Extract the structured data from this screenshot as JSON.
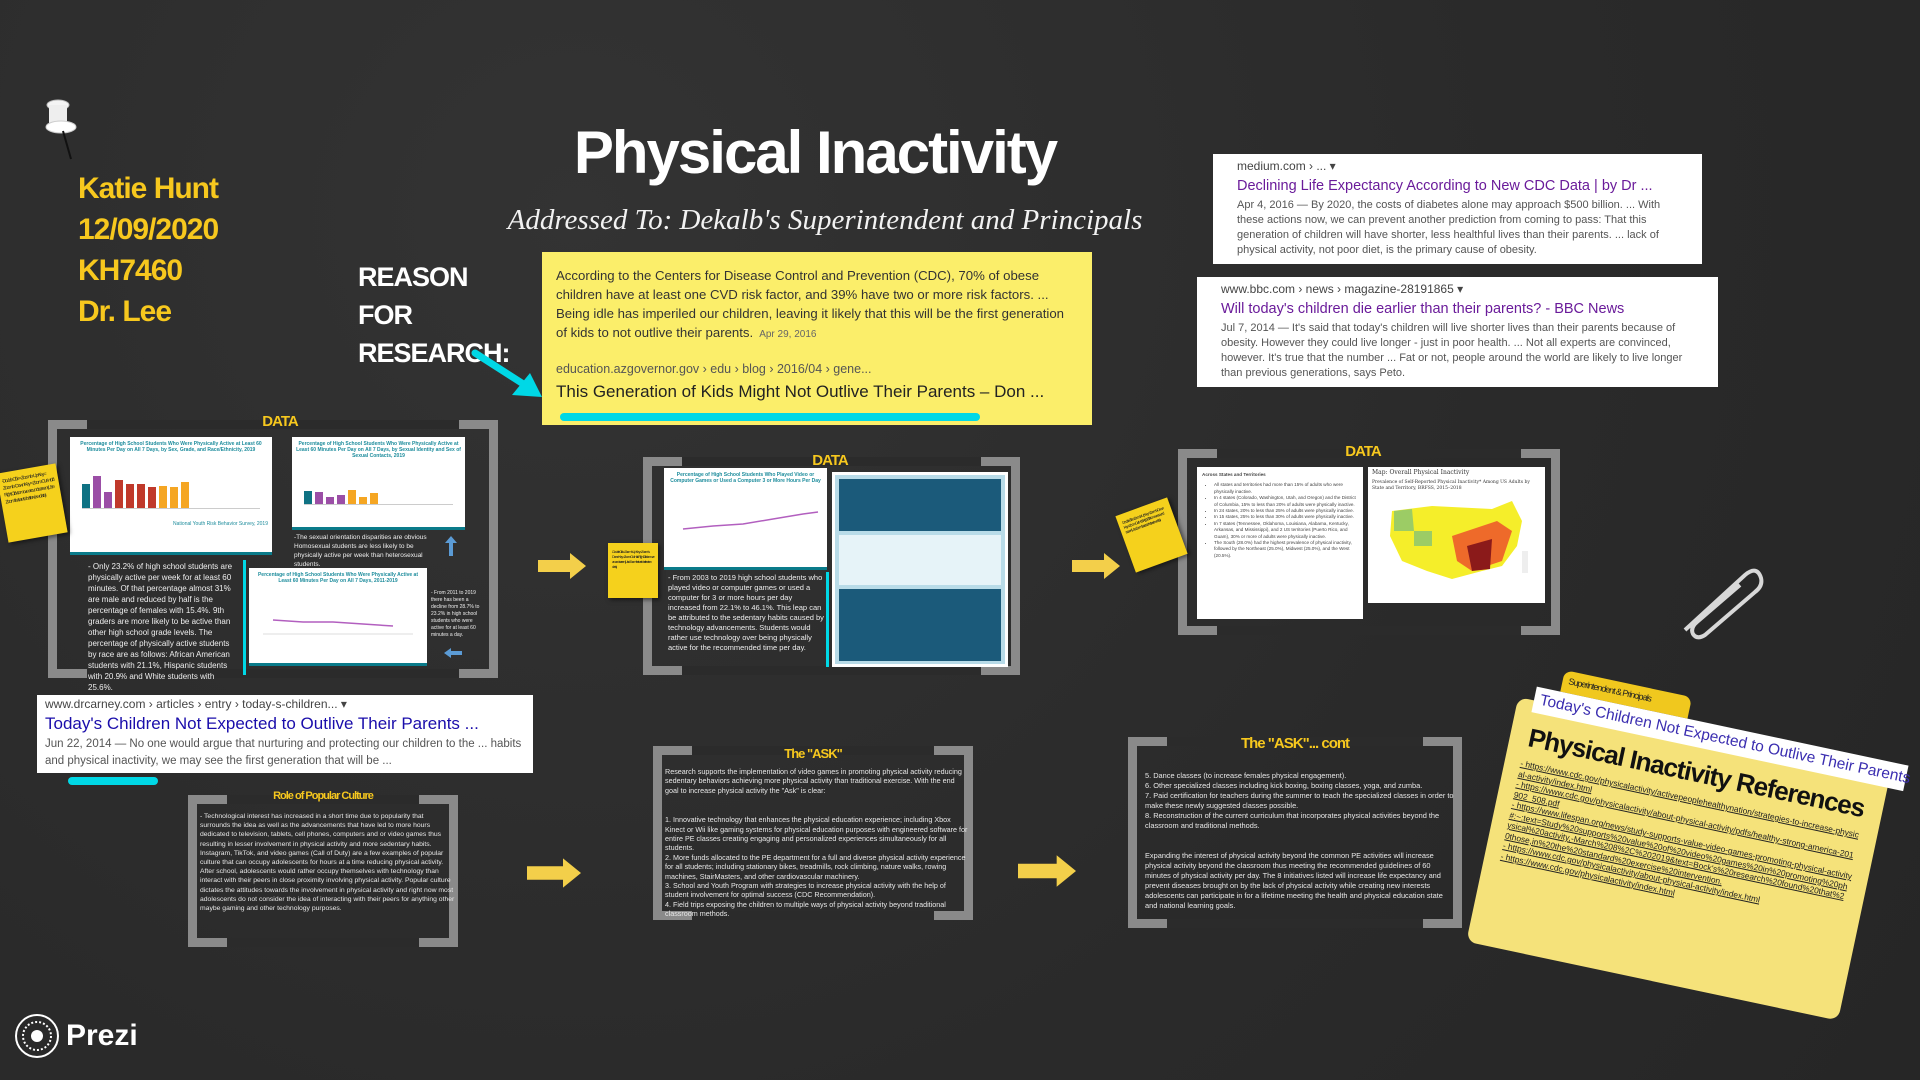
{
  "author": {
    "lines": [
      "Katie Hunt",
      "12/09/2020",
      "KH7460",
      "Dr. Lee"
    ]
  },
  "title": "Physical Inactivity",
  "subtitle": "Addressed To: Dekalb's Superintendent and Principals",
  "reason": [
    "REASON",
    "FOR",
    "RESEARCH:"
  ],
  "featured": {
    "snippet": "According to the Centers for Disease Control and Prevention (CDC), 70% of obese children have at least one CVD risk factor, and 39% have two or more risk factors. ... Being idle has imperiled our children, leaving it likely that this will be the first generation of kids to not outlive their parents.",
    "date": "Apr 29, 2016",
    "url": "education.azgovernor.gov › edu › blog › 2016/04 › gene...",
    "title": "This Generation of Kids Might Not Outlive Their Parents – Don ..."
  },
  "medium": {
    "url": "medium.com › ... ▾",
    "title": "Declining Life Expectancy According to New CDC Data | by Dr ...",
    "snippet": "Apr 4, 2016 — By 2020, the costs of diabetes alone may approach $500 billion. ... With these actions now, we can prevent another prediction from coming to pass: That this generation of children will have shorter, less healthful lives than their parents. ... lack of physical activity, not poor diet, is the primary cause of obesity."
  },
  "bbc": {
    "url": "www.bbc.com › news › magazine-28191865 ▾",
    "title": "Will today's children die earlier than their parents? - BBC News",
    "snippet": "Jul 7, 2014 — It's said that today's children will live shorter lives than their parents because of obesity. However they could live longer - just in poor health. ... Not all experts are convinced, however. It's true that the number ... Fat or not, people around the world are likely to live longer than previous generations, says Peto."
  },
  "drcarney": {
    "url": "www.drcarney.com › articles › entry › today-s-children... ▾",
    "title": "Today's Children Not Expected to Outlive Their Parents ...",
    "snippet": "Jun 22, 2014 — No one would argue that nurturing and protecting our children to the ... habits and physical inactivity, we may see the first generation that will be ..."
  },
  "sticky_note": "-Double Click = Zoom In -Up Key = Zoom In -Down Key = Zoom Out -Hold Right Click to move around screen (Use Zoom feature to better view data)",
  "data1": {
    "heading": "DATA",
    "chart1_title": "Percentage of High School Students Who Were Physically Active at Least 60 Minutes Per Day on All 7 Days, by Sex, Grade, and Race/Ethnicity, 2019",
    "chart2_title": "Percentage of High School Students Who Were Physically Active at Least 60 Minutes Per Day on All 7 Days, by Sexual Identity and Sex of Sexual Contacts, 2019",
    "chart3_title": "Percentage of High School Students Who Were Physically Active at Least 60 Minutes Per Day on All 7 Days, 2011-2019",
    "source": "National Youth Risk Behavior Survey, 2019",
    "orientation_note": "-The sexual orientation disparities are obvious Homosexual students are less likely to be physically active per week than heterosexual students.",
    "main_text": "- Only 23.2% of high school students are physically active per week for at least 60 minutes. Of that percentage almost 31% are male and reduced by half is the percentage of females with 15.4%. 9th graders are more likely to be active than other high school grade levels. The percentage of physically active students by race are as follows: African American students with 21.1%, Hispanic students with 20.9% and White students with 25.6%.",
    "trend_note": "- From 2011 to 2019 there has been a decline from 28.7% to 23.2% in high school students who were active for at least 60 minutes a day."
  },
  "data2": {
    "heading": "DATA",
    "chart_title": "Percentage of High School Students Who Played Video or Computer Games or Used a Computer 3 or More Hours Per Day",
    "text": "- From 2003 to 2019 high school students who played video or computer games or used a computer for 3 or more hours per day increased from 22.1% to 46.1%. This leap can be attributed to the sedentary habits caused by technology advancements. Students would rather use technology over being physically active for the recommended time per day."
  },
  "data3": {
    "heading": "DATA",
    "list_title": "Across States and Territories",
    "bullets": [
      "All states and territories had more than 15% of adults who were physically inactive.",
      "In 4 states (Colorado, Washington, Utah, and Oregon) and the District of Columbia, 15% to less than 20% of adults were physically inactive.",
      "In 24 states, 20% to less than 25% of adults were physically inactive.",
      "In 15 states, 25% to less than 30% of adults were physically inactive.",
      "In 7 states (Tennessee, Oklahoma, Louisiana, Alabama, Kentucky, Arkansas, and Mississippi), and 2 US territories (Puerto Rico, and Guam), 30% or more of adults were physically inactive.",
      "The South (28.0%) had the highest prevalence of physical inactivity, followed by the Northeast (25.0%), Midwest (25.0%), and the West (20.5%)."
    ],
    "map_title": "Map: Overall Physical Inactivity",
    "map_subtitle": "Prevalence of Self-Reported Physical Inactivity* Among US Adults by State and Territory, BRFSS, 2015–2018"
  },
  "popular": {
    "heading": "Role of Popular Culture",
    "text": "- Technological interest has increased in a short time due to popularity that surrounds the idea as well as the advancements that have led to more hours dedicated to television, tablets, cell phones, computers and or video games thus resulting in lesser involvement in physical activity and more sedentary habits. Instagram, TikTok, and video games (Call of Duty) are a few examples of popular culture that can occupy adolescents for hours at a time reducing physical activity. After school, adolescents would rather occupy themselves with technology than interact with their peers in close proximity involving physical activity. Popular culture dictates the attitudes towards the involvement in physical activity and right now most adolescents do not consider the idea of interacting with their peers for anything other maybe gaming and other technology purposes."
  },
  "ask": {
    "heading": "The \"ASK\"",
    "intro": "Research supports the implementation of video games in promoting physical activity reducing sedentary behaviors achieving more physical activity than traditional exercise. With the end goal to increase physical activity the \"Ask\" is clear:",
    "items": [
      "1. Innovative technology that enhances the physical education experience; including Xbox Kinect or Wii like gaming systems for physical education purposes with engineered software for entire PE classes creating engaging and personalized experiences simultaneously for all students.",
      "2. More funds allocated to the PE department for a full and diverse physical activity experience for all students; including stationary bikes, treadmills, rock climbing, nature walks, rowing machines, StairMasters, and other cardiovascular machinery.",
      "3. School and Youth Program with strategies to increase physical activity with the help of student involvement for optimal success (CDC Recommendation).",
      "4. Field trips exposing the children to multiple ways of physical activity beyond traditional classroom methods."
    ]
  },
  "ask_cont": {
    "heading": "The \"ASK\"... cont",
    "items": [
      "5. Dance classes (to increase females physical engagement).",
      "6. Other specialized classes including kick boxing, boxing classes, yoga, and zumba.",
      "7. Paid certification for teachers during the summer to teach the specialized classes in order to make these newly suggested classes possible.",
      "8. Reconstruction of the current curriculum that incorporates physical activities beyond the classroom and traditional methods."
    ],
    "conclusion": "Expanding the interest of physical activity beyond the common PE activities will increase physical activity beyond the classroom thus meeting the recommended guidelines of 60 minutes of physical activity per day. The 8 initiatives listed will increase life expectancy and prevent diseases brought on by the lack of physical activity while creating new interests adolescents can participate in for a lifetime meeting the health and physical education state and national learning goals."
  },
  "references": {
    "tab": "Superintendent & Principals",
    "banner": "Today's Children Not Expected to Outlive Their Parents",
    "title": "Physical Inactivity References",
    "links": [
      "- https://www.cdc.gov/physicalactivity/activepeoplehealthynation/strategies-to-increase-physical-activity/index.html",
      "- https://www.cdc.gov/physicalactivity/about-physical-activity/pdfs/healthy-strong-america-201902_508.pdf",
      "- https://www.lifespan.org/news/study-supports-value-video-games-promoting-physical-activity#:~:text=Study%20supports%20value%20of%20video%20games%20in%20promoting%20physical%20activity,-March%208%2C%202019&text=Bock's%20research%20found%20that%20those,in%20the%20standard%20exercise%20intervention.",
      "- https://www.cdc.gov/physicalactivity/about-physical-activity/index.html",
      "- https://www.cdc.gov/physicalactivity/index.html"
    ]
  },
  "logo": "Prezi",
  "colors": {
    "accent_yellow": "#f7c81e",
    "highlight_cyan": "#00d8e6",
    "background": "#2b2b2b",
    "link_purple": "#6a1b9a",
    "link_blue": "#1a0dab"
  }
}
